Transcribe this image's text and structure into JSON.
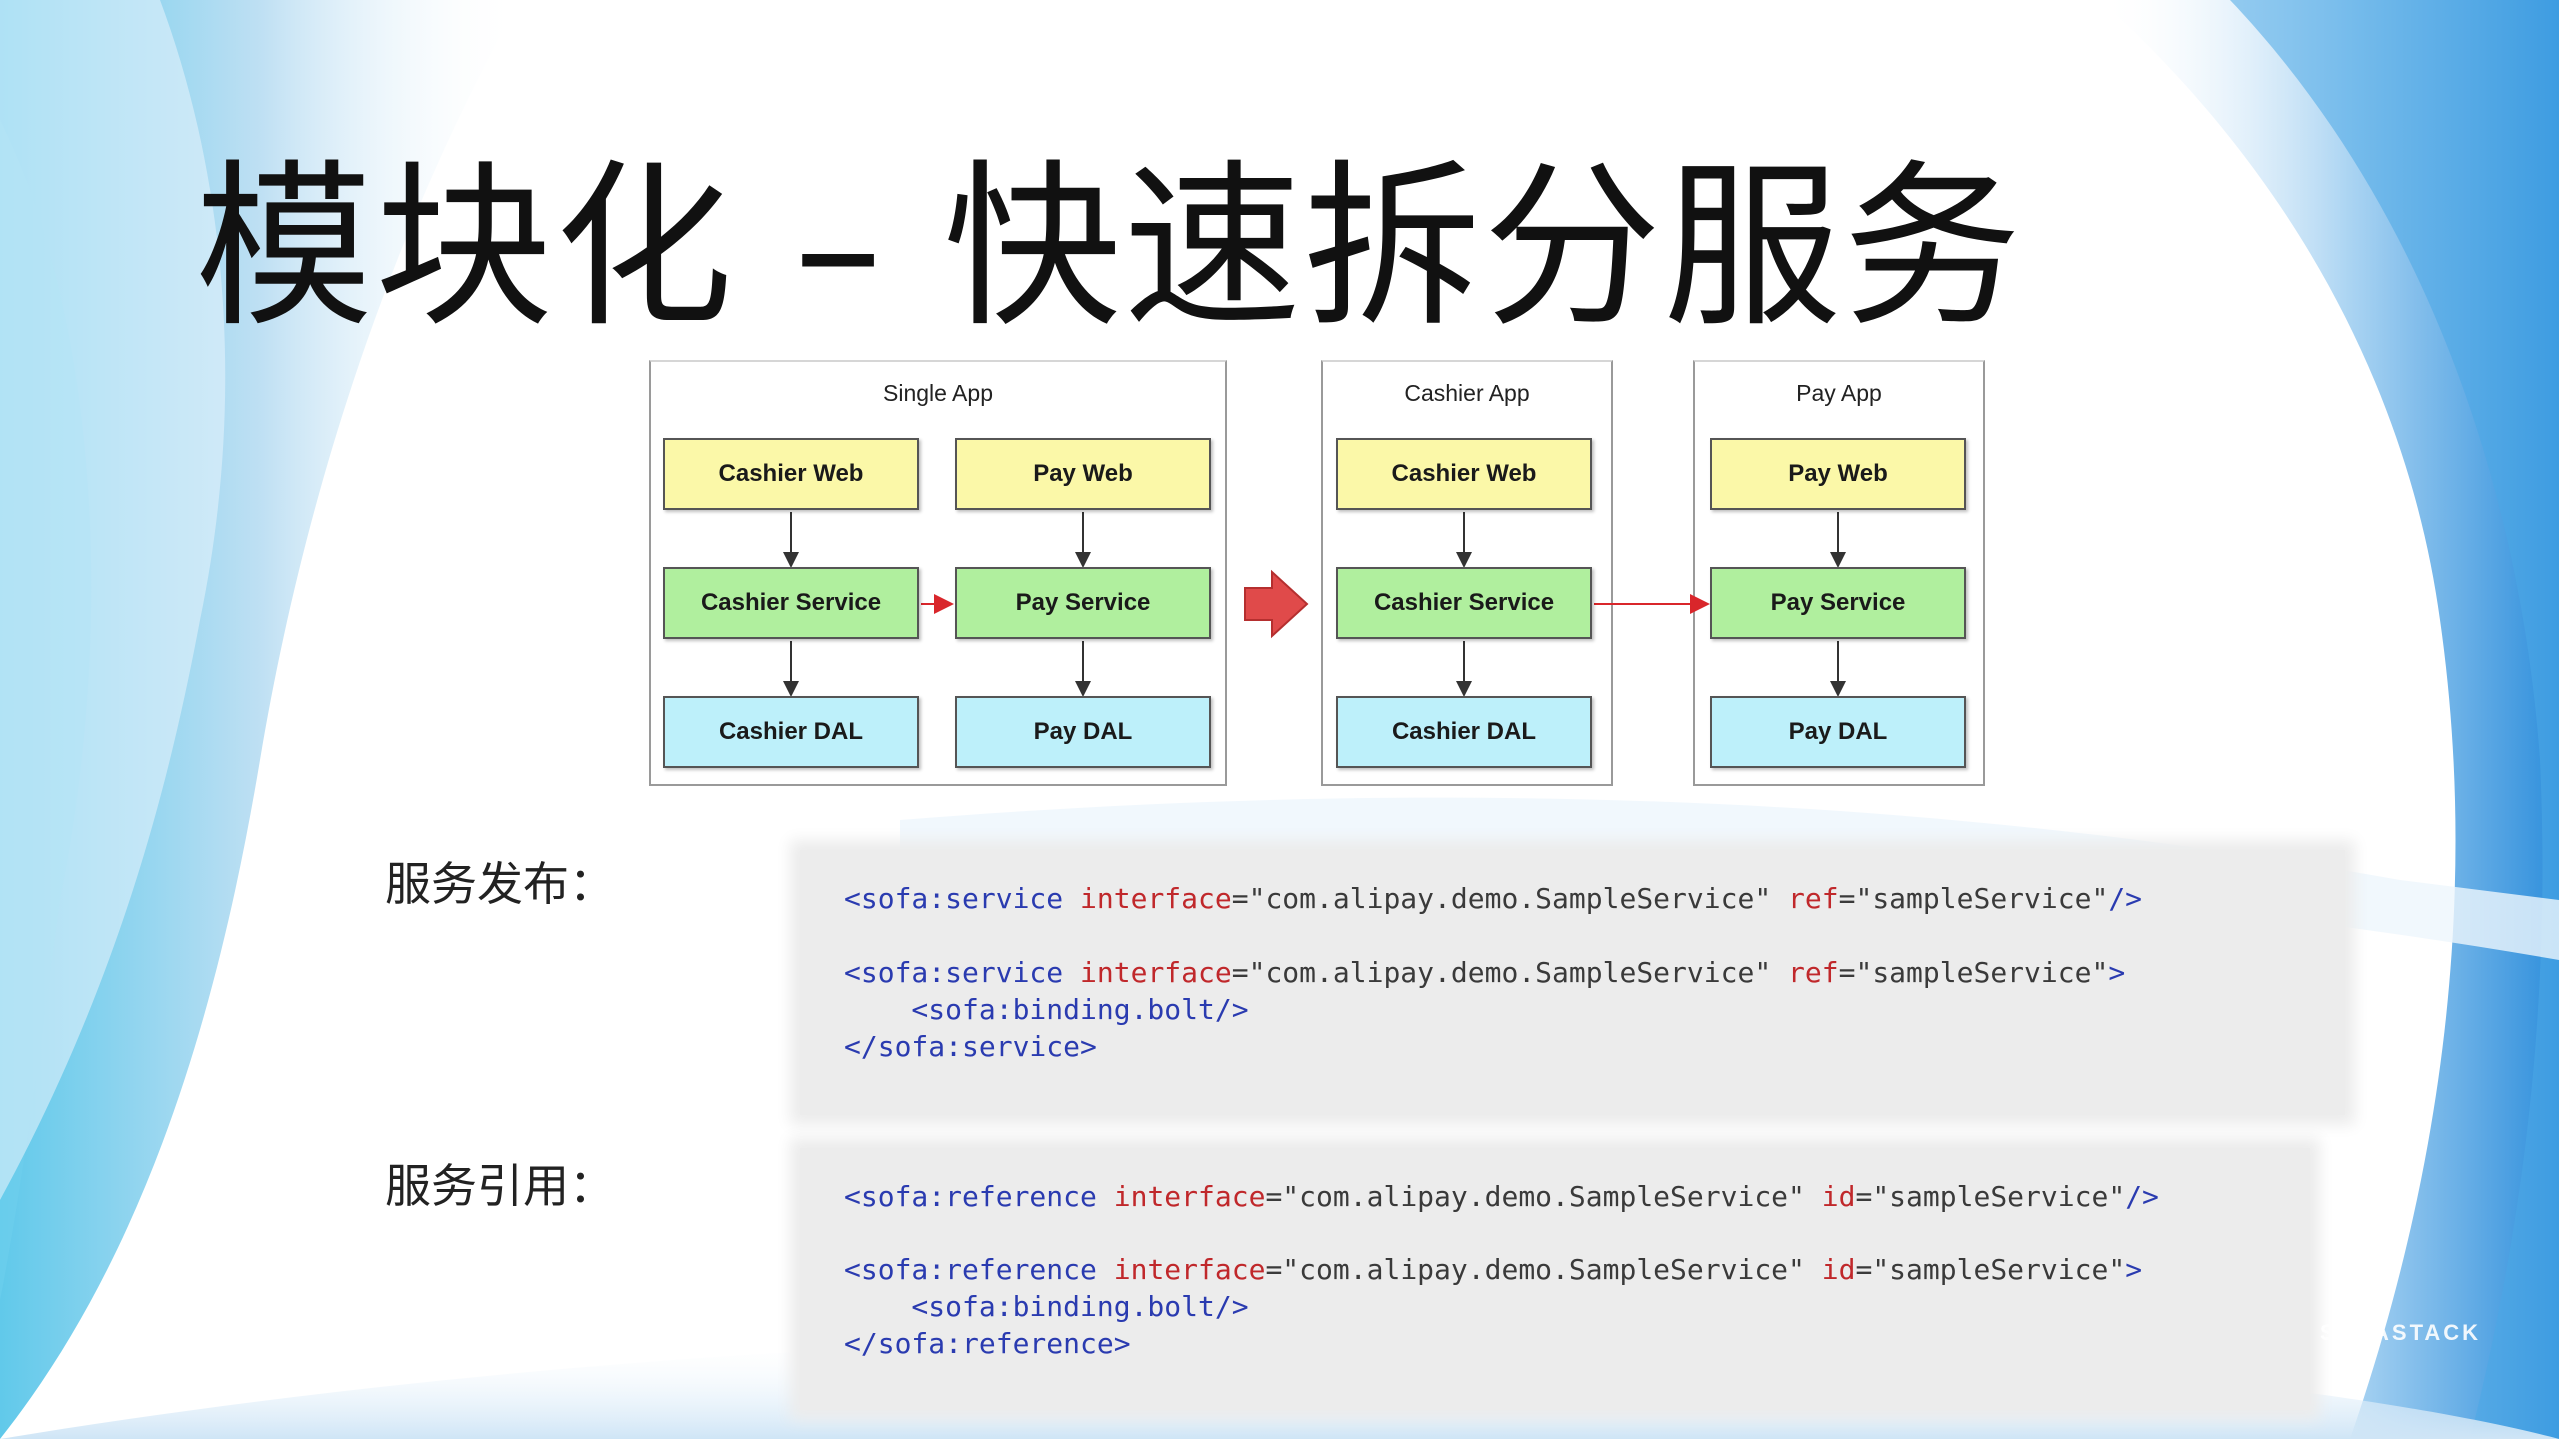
{
  "slide": {
    "title": "模块化 – 快速拆分服务",
    "brand": "SOFASTACK"
  },
  "diagram": {
    "apps": [
      {
        "title": "Single App"
      },
      {
        "title": "Cashier App"
      },
      {
        "title": "Pay App"
      }
    ],
    "boxes": {
      "single_cashier_web": "Cashier Web",
      "single_pay_web": "Pay Web",
      "single_cashier_service": "Cashier Service",
      "single_pay_service": "Pay Service",
      "single_cashier_dal": "Cashier DAL",
      "single_pay_dal": "Pay DAL",
      "split_cashier_web": "Cashier Web",
      "split_cashier_service": "Cashier Service",
      "split_cashier_dal": "Cashier DAL",
      "split_pay_web": "Pay Web",
      "split_pay_service": "Pay Service",
      "split_pay_dal": "Pay DAL"
    },
    "colors": {
      "web": "#fbf8a8",
      "service": "#b0ef9e",
      "dal": "#bdf0fa",
      "call_arrow": "#d9262b",
      "transform_arrow": "#e04a4a"
    }
  },
  "publish": {
    "label": "服务发布：",
    "lines": [
      {
        "tag_open": "<sofa:service",
        "a1": "interface",
        "v1": "=\"com.alipay.demo.SampleService\"",
        "a2": "ref",
        "v2": "=\"sampleService\"",
        "tag_close": "/>"
      },
      {
        "tag_open": "<sofa:service",
        "a1": "interface",
        "v1": "=\"com.alipay.demo.SampleService\"",
        "a2": "ref",
        "v2": "=\"sampleService\"",
        "tag_close": ">"
      },
      {
        "text": "    <sofa:binding.bolt/>"
      },
      {
        "text": "</sofa:service>"
      }
    ]
  },
  "reference": {
    "label": "服务引用：",
    "lines": [
      {
        "tag_open": "<sofa:reference",
        "a1": "interface",
        "v1": "=\"com.alipay.demo.SampleService\"",
        "a2": "id",
        "v2": "=\"sampleService\"",
        "tag_close": "/>"
      },
      {
        "tag_open": "<sofa:reference",
        "a1": "interface",
        "v1": "=\"com.alipay.demo.SampleService\"",
        "a2": "id",
        "v2": "=\"sampleService\"",
        "tag_close": ">"
      },
      {
        "text": "    <sofa:binding.bolt/>"
      },
      {
        "text": "</sofa:reference>"
      }
    ]
  }
}
